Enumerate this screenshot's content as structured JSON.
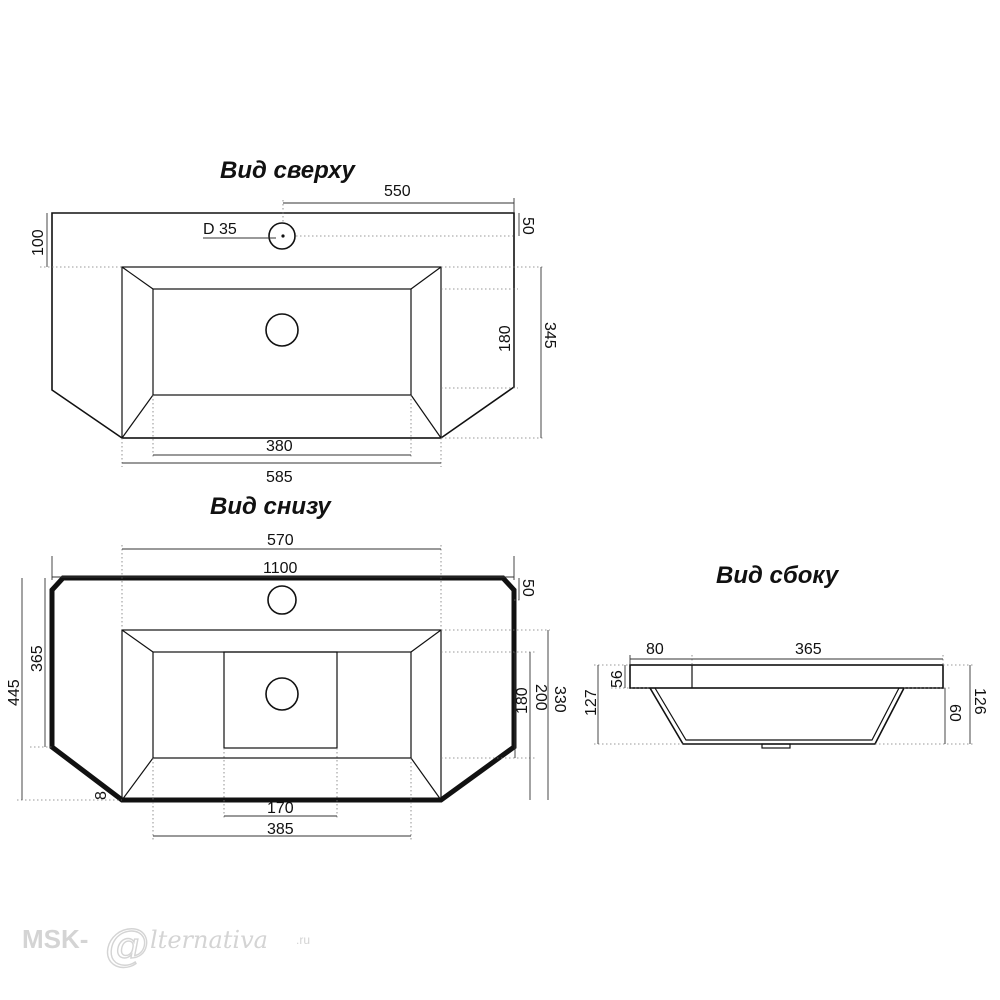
{
  "views": {
    "top": {
      "title": "Вид сверху",
      "labels": {
        "hole": "D 35",
        "width_hole": "550",
        "back_depth": "100",
        "hole_offset": "50",
        "depth_inner": "180",
        "depth_total": "345",
        "bowl_inner": "380",
        "bowl_outer": "585"
      }
    },
    "bottom": {
      "title": "Вид снизу",
      "labels": {
        "width_570": "570",
        "width_1100": "1100",
        "hole_offset": "50",
        "depth_365": "365",
        "depth_445": "445",
        "d180": "180",
        "d200": "200",
        "d330": "330",
        "edge": "8",
        "w170": "170",
        "w385": "385"
      }
    },
    "side": {
      "title": "Вид сбоку",
      "labels": {
        "d80": "80",
        "d365": "365",
        "h56": "56",
        "h127": "127",
        "h60": "60",
        "h126": "126"
      }
    }
  },
  "watermark": {
    "brand": "MSK-",
    "at_symbol": "@",
    "tail": "lternativa",
    "domain": ".ru"
  },
  "colors": {
    "line": "#111111",
    "watermark": "#d4d4d4"
  }
}
